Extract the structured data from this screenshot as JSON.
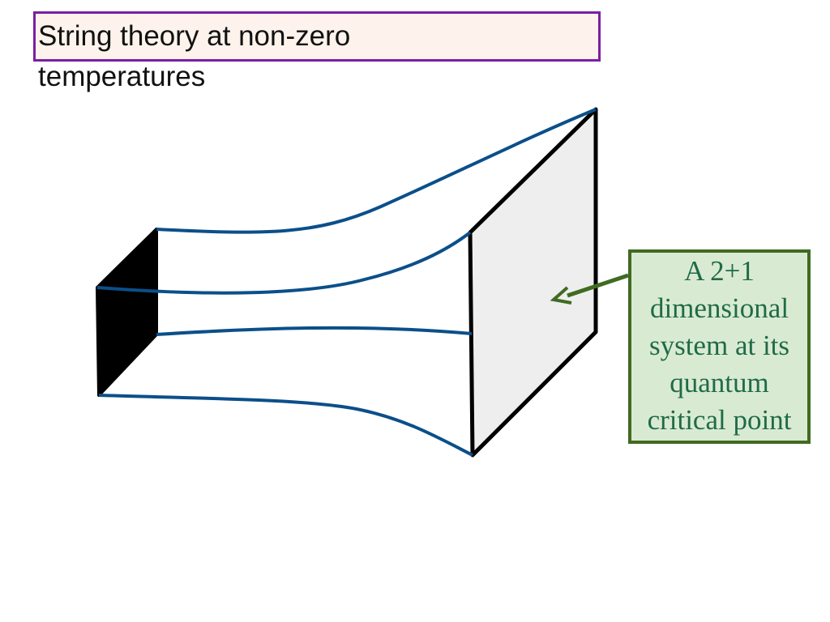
{
  "slide": {
    "title": "String theory at non-zero temperatures"
  },
  "callout": {
    "lines": [
      "A 2+1",
      "dimensional",
      "system at its",
      "quantum",
      "critical point"
    ]
  },
  "colors": {
    "title_border": "#7a1fa2",
    "title_fill": "#fdf3ec",
    "string_line": "#0b4f8a",
    "small_face": "#000000",
    "large_face_fill": "#eeeeee",
    "callout_border": "#3f6b22",
    "callout_fill": "#d9ead3",
    "callout_text": "#1f6b45",
    "arrow": "#3f6b22"
  }
}
